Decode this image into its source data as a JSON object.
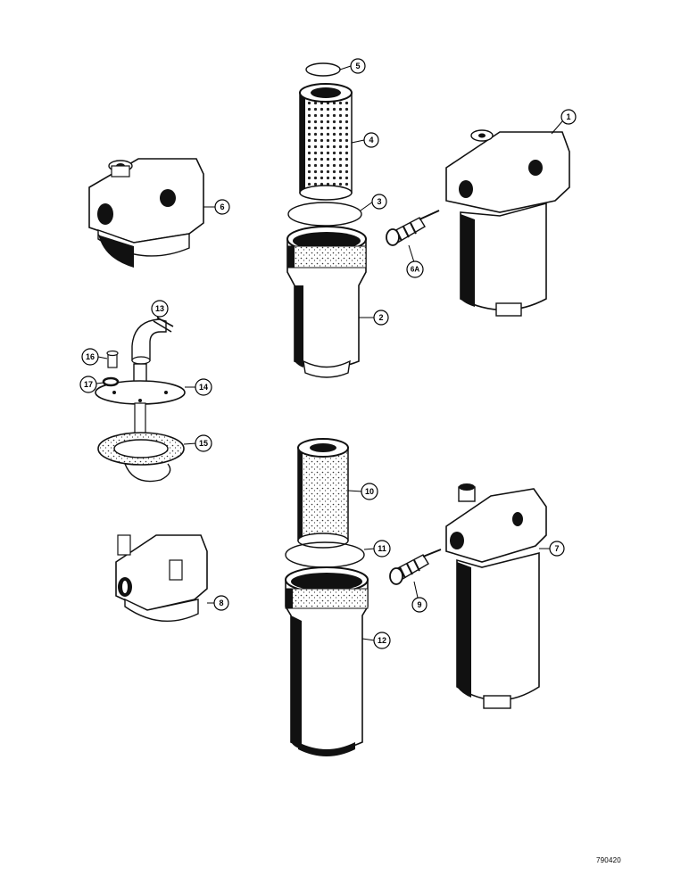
{
  "callouts": {
    "c1": "1",
    "c2": "2",
    "c3": "3",
    "c4": "4",
    "c5": "5",
    "c6": "6",
    "c6a": "6A",
    "c7": "7",
    "c8": "8",
    "c9": "9",
    "c10": "10",
    "c11": "11",
    "c12": "12",
    "c13": "13",
    "c14": "14",
    "c15": "15",
    "c16": "16",
    "c17": "17"
  },
  "figure_number": "790420"
}
